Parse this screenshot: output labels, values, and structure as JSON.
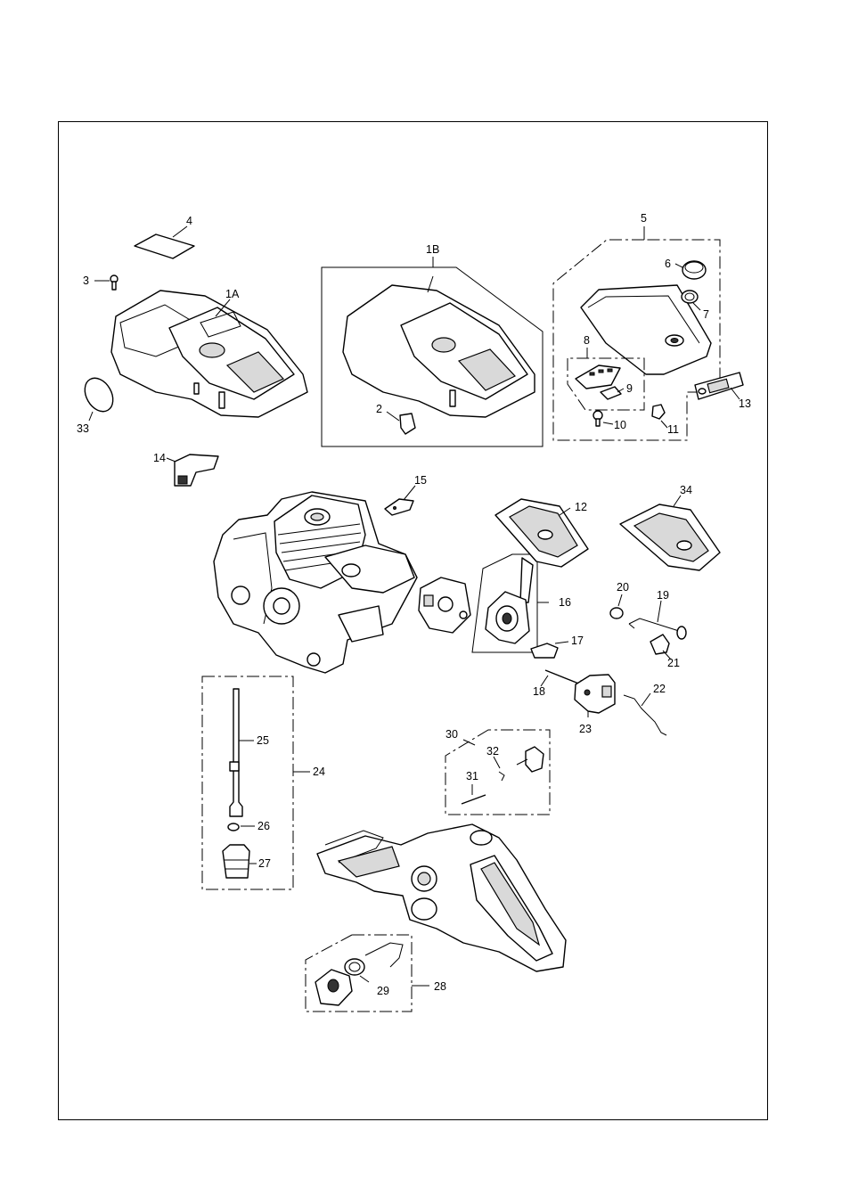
{
  "callouts": {
    "c1A": "1A",
    "c1B": "1B",
    "c2": "2",
    "c3": "3",
    "c4": "4",
    "c5": "5",
    "c6": "6",
    "c7": "7",
    "c8": "8",
    "c9": "9",
    "c10": "10",
    "c11": "11",
    "c12": "12",
    "c13": "13",
    "c14": "14",
    "c15": "15",
    "c16": "16",
    "c17": "17",
    "c18": "18",
    "c19": "19",
    "c20": "20",
    "c21": "21",
    "c22": "22",
    "c23": "23",
    "c24": "24",
    "c25": "25",
    "c26": "26",
    "c27": "27",
    "c28": "28",
    "c29": "29",
    "c30": "30",
    "c31": "31",
    "c32": "32",
    "c33": "33",
    "c34": "34"
  },
  "colors": {
    "line": "#000000",
    "background": "#ffffff",
    "shade": "#d9d9d9"
  }
}
